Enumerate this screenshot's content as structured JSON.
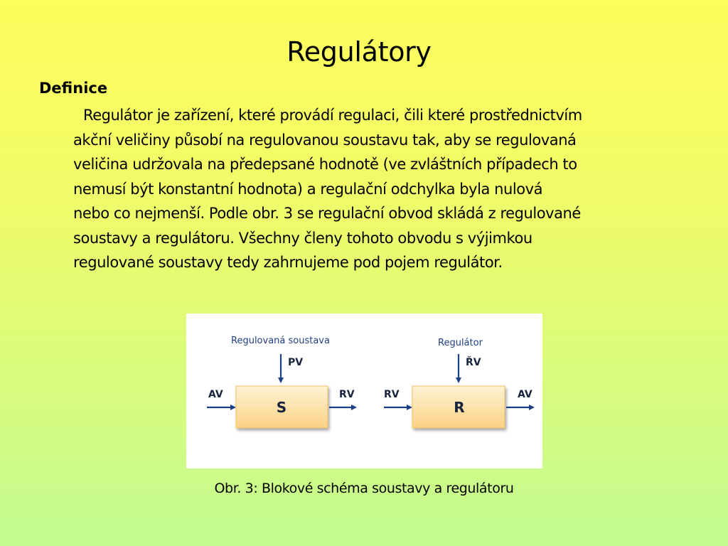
{
  "slide": {
    "title": "Regulátory",
    "section_heading": "Definice",
    "definition_lines": [
      "Regulátor je zařízení, které provádí regulaci, čili které prostřednictvím",
      "akční veličiny působí na regulovanou soustavu tak, aby se regulovaná",
      "veličina udržovala na předepsané hodnotě (ve zvláštních případech to",
      "nemusí být konstantní hodnota) a regulační odchylka byla nulová",
      "nebo co nejmenší. Podle obr. 3 se regulační obvod skládá z regulované",
      "soustavy a regulátoru. Všechny členy tohoto obvodu s výjimkou",
      "regulované soustavy tedy zahrnujeme pod pojem regulátor."
    ],
    "figure_caption": "Obr. 3: Blokové schéma soustavy a regulátoru"
  },
  "diagram": {
    "system": {
      "header": "Regulovaná soustava",
      "block_label": "S",
      "top_input": "PV",
      "left_input": "AV",
      "right_output": "RV"
    },
    "controller": {
      "header": "Regulátor",
      "block_label": "R",
      "top_input": "ŘV",
      "left_input": "RV",
      "right_output": "AV"
    },
    "colors": {
      "arrow": "#1f3f84",
      "header_text": "#1f3f84",
      "block_fill_top": "#fff3d4",
      "block_fill_bottom": "#fbd184",
      "block_border": "#f2c266"
    }
  }
}
